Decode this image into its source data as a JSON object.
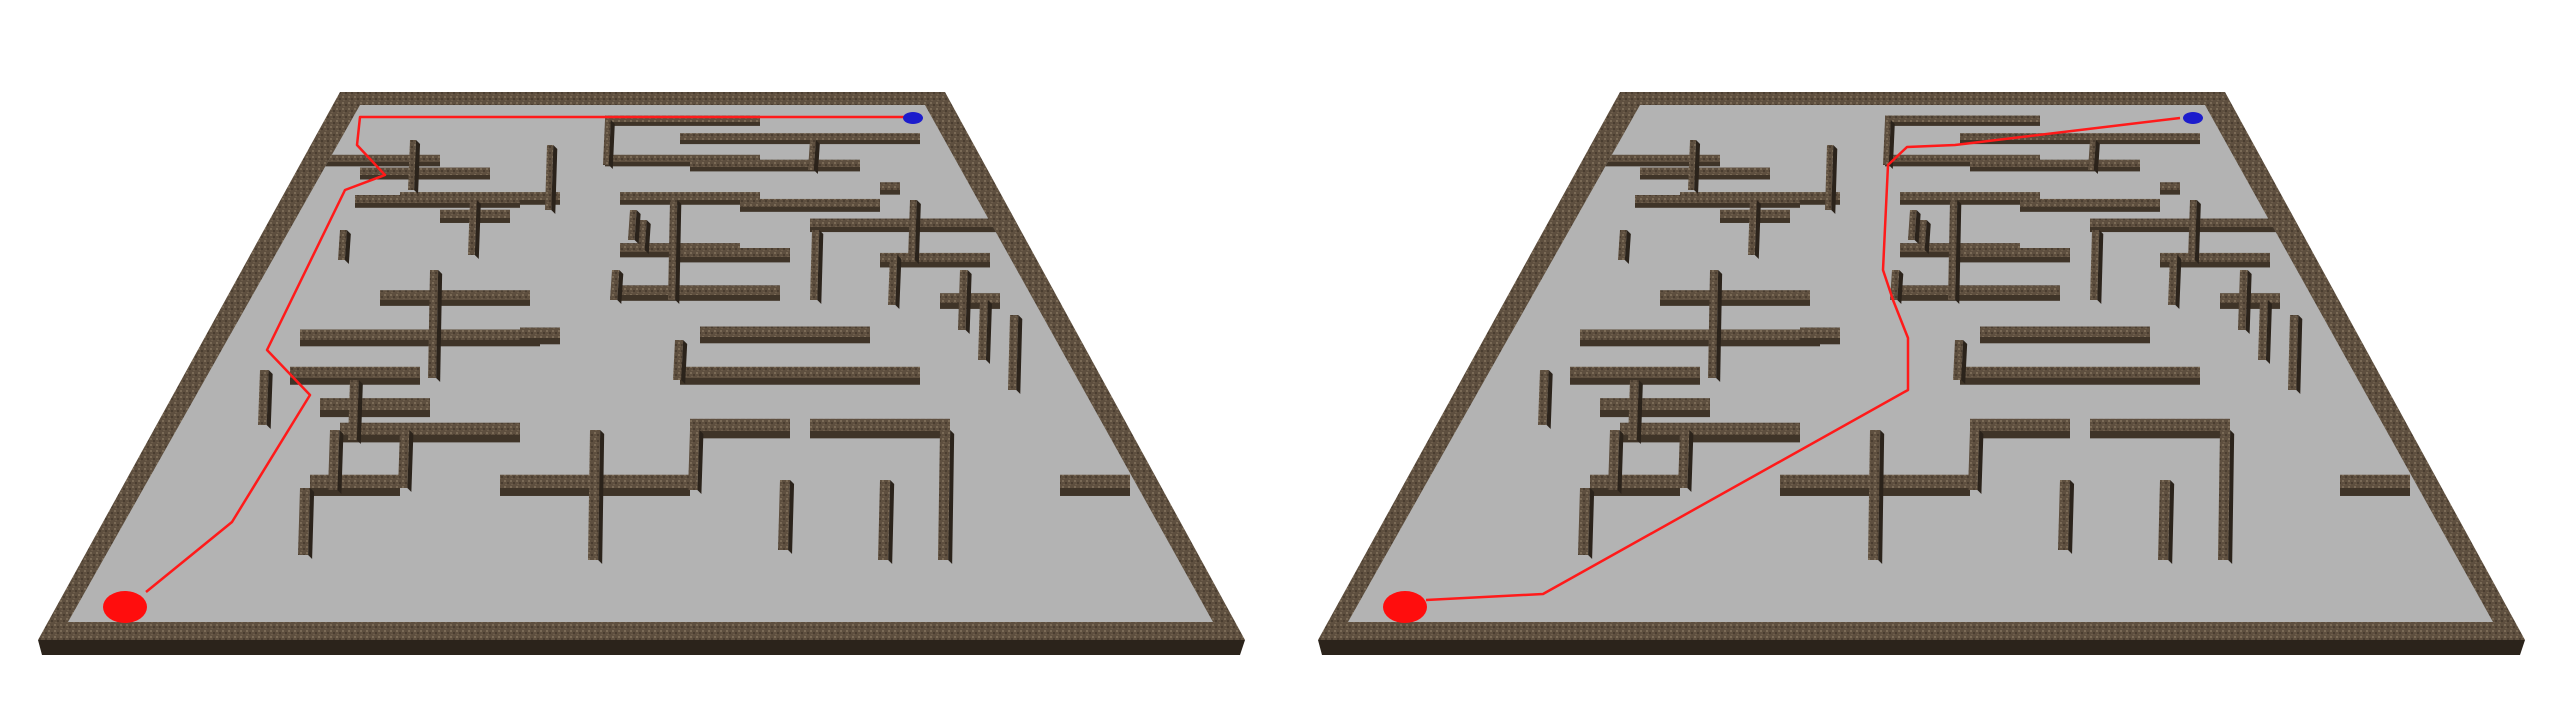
{
  "colors": {
    "background": "#ffffff",
    "floor": "#b3b3b3",
    "wall_top": "#6a5a48",
    "wall_face": "#3f3428",
    "wall_face_dark": "#2b231b",
    "path": "#ff1a1a",
    "start_marker": "#ff0d0d",
    "goal_marker": "#1c1ccc"
  },
  "panels": [
    {
      "name": "maze-panel-left",
      "path_label": "route-a"
    },
    {
      "name": "maze-panel-right",
      "path_label": "route-b"
    }
  ],
  "markers": {
    "start": "red-start-marker",
    "goal": "blue-goal-marker"
  }
}
